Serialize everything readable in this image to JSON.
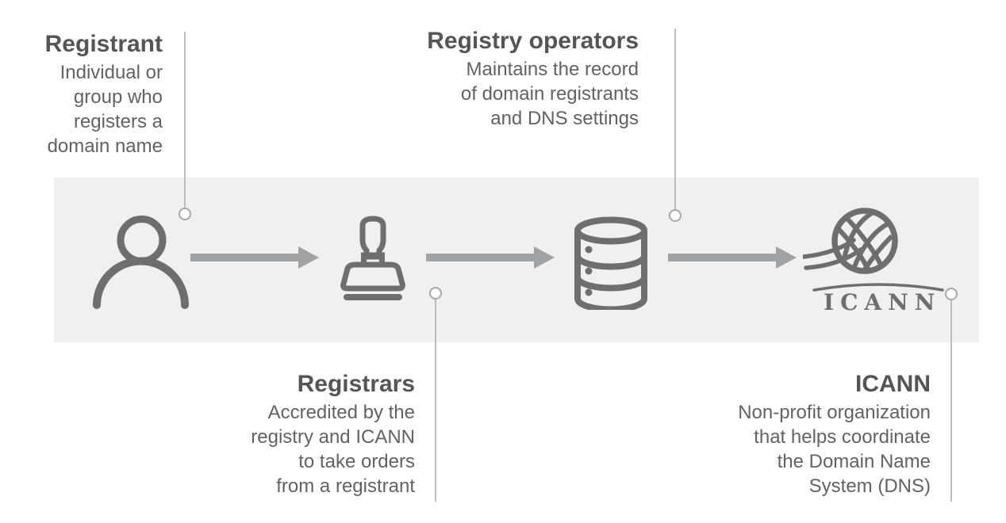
{
  "callouts": {
    "registrant": {
      "title": "Registrant",
      "lines": [
        "Individual or",
        "group who",
        "registers a",
        "domain name"
      ]
    },
    "registry_operators": {
      "title": "Registry operators",
      "lines": [
        "Maintains the record",
        "of domain registrants",
        "and DNS settings"
      ]
    },
    "registrars": {
      "title": "Registrars",
      "lines": [
        "Accredited by the",
        "registry and ICANN",
        "to take orders",
        "from a registrant"
      ]
    },
    "icann": {
      "title": "ICANN",
      "lines": [
        "Non-profit organization",
        "that helps coordinate",
        "the Domain Name",
        "System (DNS)"
      ]
    }
  },
  "icann_logo": {
    "wordmark": "ICANN"
  },
  "icons": {
    "registrant": "person-icon",
    "registrars": "stamp-icon",
    "registry_operators": "database-icon",
    "icann": "icann-globe-logo"
  },
  "colors": {
    "band_background": "#f0f0f1",
    "icon_gray": "#6d6e70",
    "arrow_gray": "#a0a3a6",
    "connector_gray": "#babcbe",
    "title_text": "#545557",
    "body_text": "#606264"
  }
}
